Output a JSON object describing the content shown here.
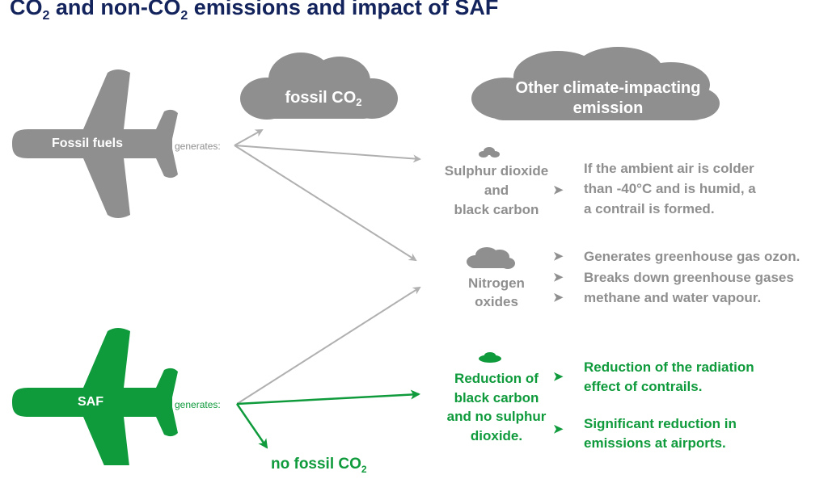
{
  "title": {
    "pre": "CO",
    "sub1": "2",
    "mid": " and non-CO",
    "sub2": "2",
    "post": " emissions and impact of SAF"
  },
  "colors": {
    "gray": "#8f8f8f",
    "green": "#0f9a3c",
    "title": "#13235b"
  },
  "clouds": {
    "fossil_co2": {
      "text": "fossil CO",
      "sub": "2"
    },
    "other": {
      "line1": "Other climate-impacting",
      "line2": "emission"
    }
  },
  "fossil": {
    "plane_label": "Fossil fuels",
    "generates": "generates:"
  },
  "saf": {
    "plane_label": "SAF",
    "generates": "generates:",
    "no_fossil": "no fossil CO",
    "no_fossil_sub": "2"
  },
  "sulphur": {
    "label": [
      "Sulphur dioxide",
      "and",
      "black carbon"
    ],
    "arrow": "➤",
    "effect": [
      "If the ambient air is colder",
      "than -40°C and is humid, a",
      "a contrail is formed."
    ]
  },
  "nitrogen": {
    "label": [
      "Nitrogen",
      "oxides"
    ],
    "arrow": "➤",
    "effects": [
      "Generates greenhouse gas ozon.",
      "Breaks down greenhouse gases",
      "methane and water vapour."
    ]
  },
  "saf_effects": {
    "label": [
      "Reduction of",
      "black carbon",
      "and no sulphur",
      "dioxide."
    ],
    "arrow": "➤",
    "effect1": [
      "Reduction of the radiation",
      "effect of contrails."
    ],
    "effect2": [
      "Significant reduction in",
      "emissions at airports."
    ]
  }
}
